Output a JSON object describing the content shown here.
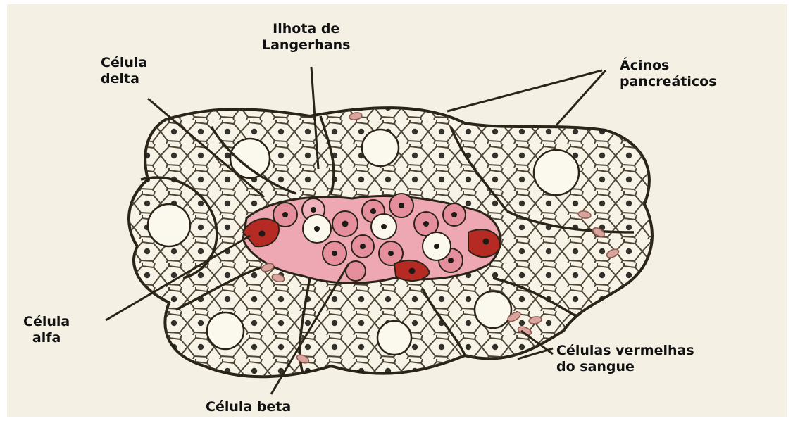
{
  "labels": {
    "ilhota": [
      "Ilhota de",
      "Langerhans"
    ],
    "delta": [
      "Célula",
      "delta"
    ],
    "acinos": [
      "Ácinos",
      "pancreáticos"
    ],
    "alfa": [
      "Célula",
      "alfa"
    ],
    "beta": [
      "Célula beta"
    ],
    "hemacias": [
      "Células vermelhas",
      "do sangue"
    ]
  },
  "colors": {
    "background": "#f4f1e4",
    "outline": "#2a2418",
    "acinar_cell": "#f7f3e6",
    "nucleus": "#1d1b16",
    "beta_cell": "#e89aa6",
    "alpha_cell": "#b52a22",
    "blood_cell": "#d9a39e"
  }
}
